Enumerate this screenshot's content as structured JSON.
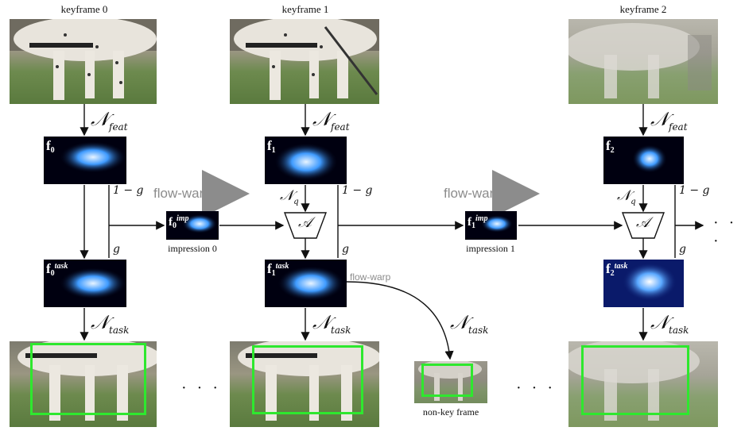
{
  "keyframes": [
    {
      "title": "keyframe 0",
      "feat_label": "f",
      "feat_sub": "0",
      "task_sub": "0"
    },
    {
      "title": "keyframe 1",
      "feat_label": "f",
      "feat_sub": "1",
      "task_sub": "1"
    },
    {
      "title": "keyframe 2",
      "feat_label": "f",
      "feat_sub": "2",
      "task_sub": "2"
    }
  ],
  "labels": {
    "n_symbol": "𝒩",
    "feat": "feat",
    "task": "task",
    "q": "q",
    "one_minus_g": "1 − g",
    "g": "g",
    "aggregator": "𝒜",
    "flow_warp": "flow-warp",
    "flow_warp_small": "flow-warp",
    "impression_0": "impression 0",
    "impression_1": "impression 1",
    "imp_sup": "imp",
    "task_sup": "task",
    "f": "f",
    "non_key_frame": "non-key frame",
    "ellipsis": "· · ·"
  },
  "colors": {
    "detection_box": "#2ee82e",
    "arrow_gray": "#8c8c8c",
    "feature_glow": "#3f9bff"
  }
}
